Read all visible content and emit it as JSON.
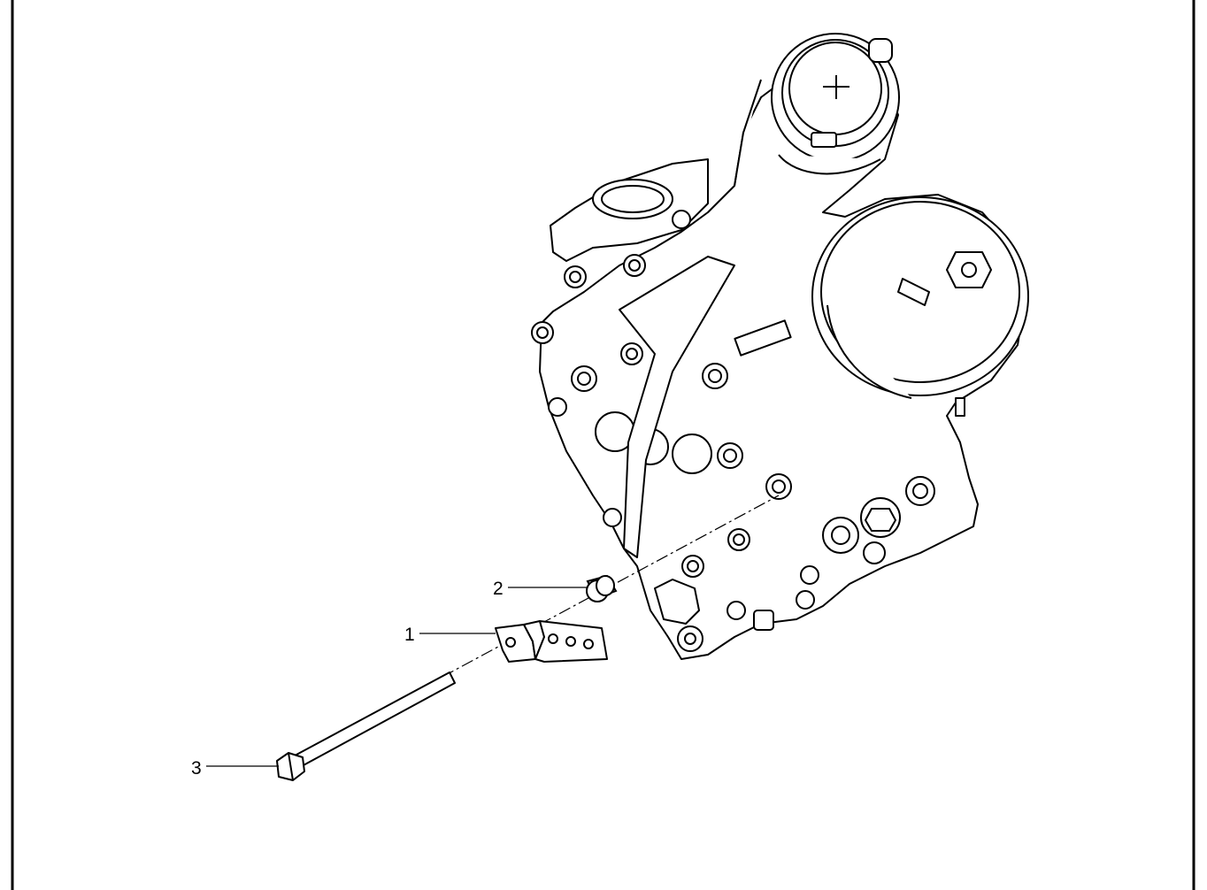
{
  "callouts": [
    {
      "number": "1",
      "part": "bracket"
    },
    {
      "number": "2",
      "part": "spacer"
    },
    {
      "number": "3",
      "part": "bolt"
    }
  ]
}
